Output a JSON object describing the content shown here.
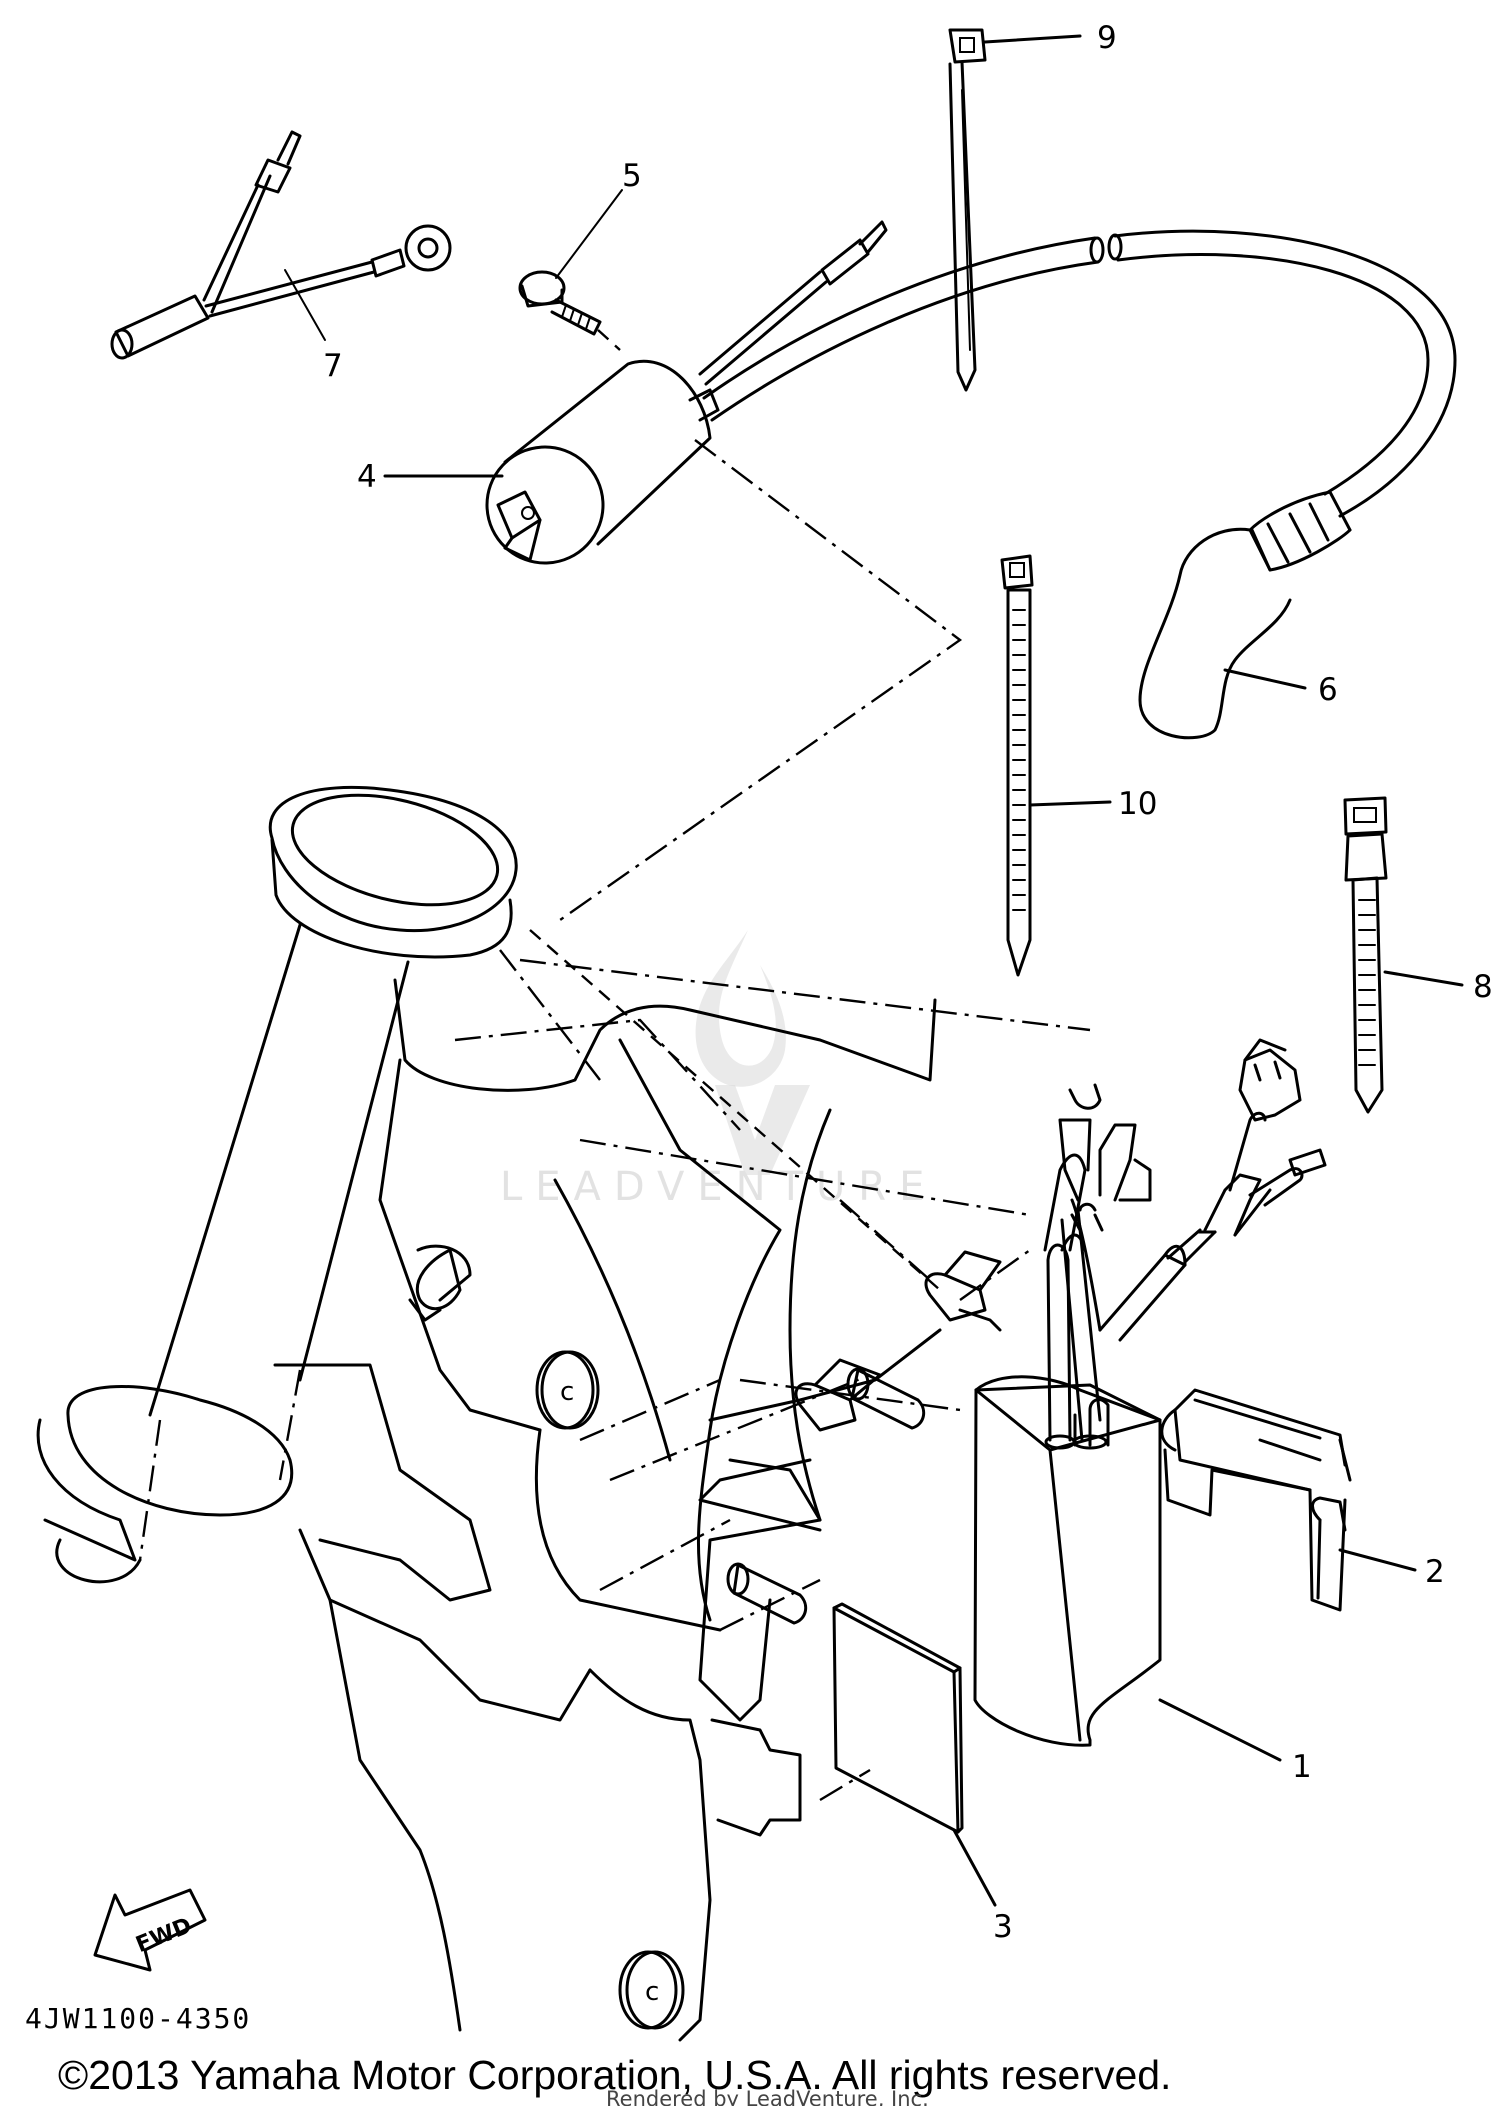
{
  "diagram": {
    "callouts": [
      {
        "id": "c1",
        "label": "1"
      },
      {
        "id": "c2",
        "label": "2"
      },
      {
        "id": "c3",
        "label": "3"
      },
      {
        "id": "c4",
        "label": "4"
      },
      {
        "id": "c5",
        "label": "5"
      },
      {
        "id": "c6",
        "label": "6"
      },
      {
        "id": "c7",
        "label": "7"
      },
      {
        "id": "c8",
        "label": "8"
      },
      {
        "id": "c9",
        "label": "9"
      },
      {
        "id": "c10",
        "label": "10"
      }
    ],
    "fwd_label": "FWD",
    "diagram_code": "4JW1100-4350",
    "watermark": "LEADVENTURE"
  },
  "footer": {
    "copyright": "©2013 Yamaha Motor Corporation, U.S.A. All rights reserved.",
    "rendered_by": "Rendered by LeadVenture, Inc."
  }
}
